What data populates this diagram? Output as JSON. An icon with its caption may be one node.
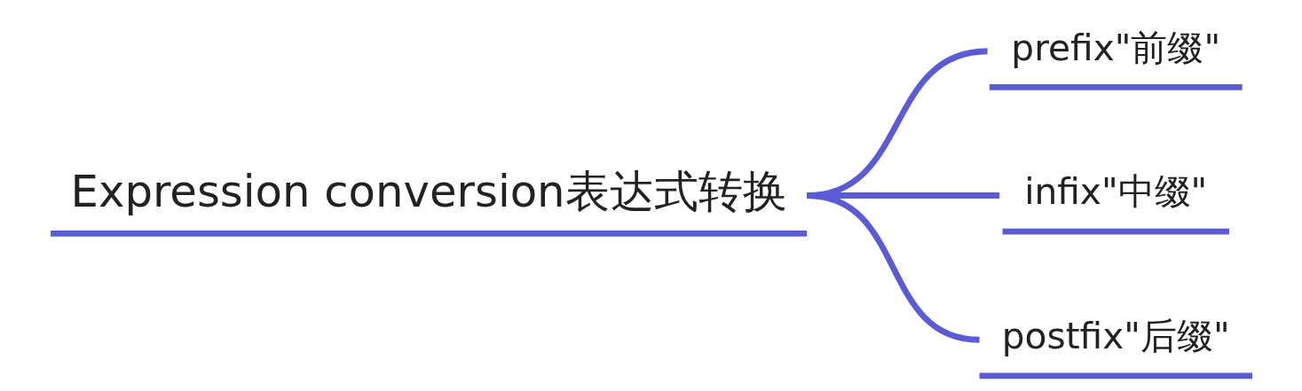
{
  "diagram": {
    "nodes": [
      {
        "text": [
          "Expression conversion表达式转换"
        ]
      },
      {
        "text": [
          "prefix\"前缀\""
        ]
      },
      {
        "text": [
          "infix\"中缀\""
        ]
      },
      {
        "text": [
          "postfix\"后缀\""
        ]
      }
    ],
    "edges": [
      {
        "from": 0,
        "to": 1,
        "arrow": "none"
      },
      {
        "from": 0,
        "to": 2,
        "arrow": "none"
      },
      {
        "from": 0,
        "to": 3,
        "arrow": "none"
      }
    ]
  }
}
